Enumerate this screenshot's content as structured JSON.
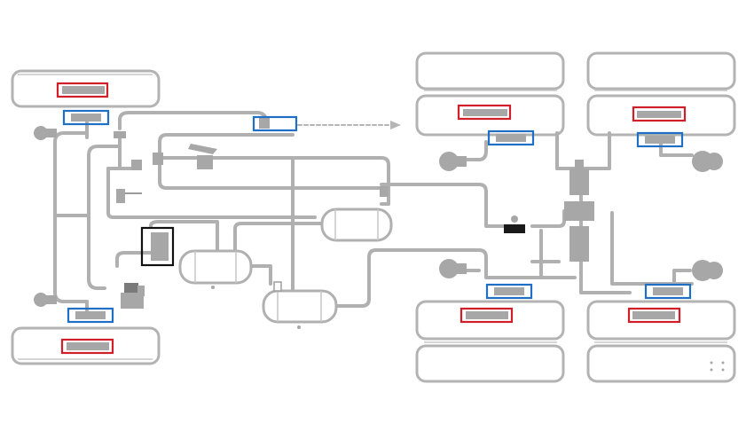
{
  "colors": {
    "pipe": "#b0b0b0",
    "wheel_outline": "#b3b3b3",
    "component_fill": "#a7a7a7",
    "highlight_red": "#d11f2a",
    "highlight_blue": "#1f6fc4",
    "highlight_black": "#111111"
  },
  "highlights": [
    {
      "name": "brake-drum-front-left",
      "kind": "red"
    },
    {
      "name": "brake-drum-front-right",
      "kind": "red"
    },
    {
      "name": "brake-drum-rear1-left",
      "kind": "red"
    },
    {
      "name": "brake-drum-rear1-right",
      "kind": "red"
    },
    {
      "name": "brake-drum-rear2-left",
      "kind": "red"
    },
    {
      "name": "brake-drum-rear2-right",
      "kind": "red"
    },
    {
      "name": "slack-adjuster-front-left",
      "kind": "blue"
    },
    {
      "name": "slack-adjuster-front-right",
      "kind": "blue"
    },
    {
      "name": "slack-adjuster-rear1-left",
      "kind": "blue"
    },
    {
      "name": "slack-adjuster-rear1-right",
      "kind": "blue"
    },
    {
      "name": "slack-adjuster-rear2-left",
      "kind": "blue"
    },
    {
      "name": "slack-adjuster-rear2-right",
      "kind": "blue"
    },
    {
      "name": "trailer-supply-valve",
      "kind": "blue"
    },
    {
      "name": "air-dryer",
      "kind": "black"
    }
  ]
}
